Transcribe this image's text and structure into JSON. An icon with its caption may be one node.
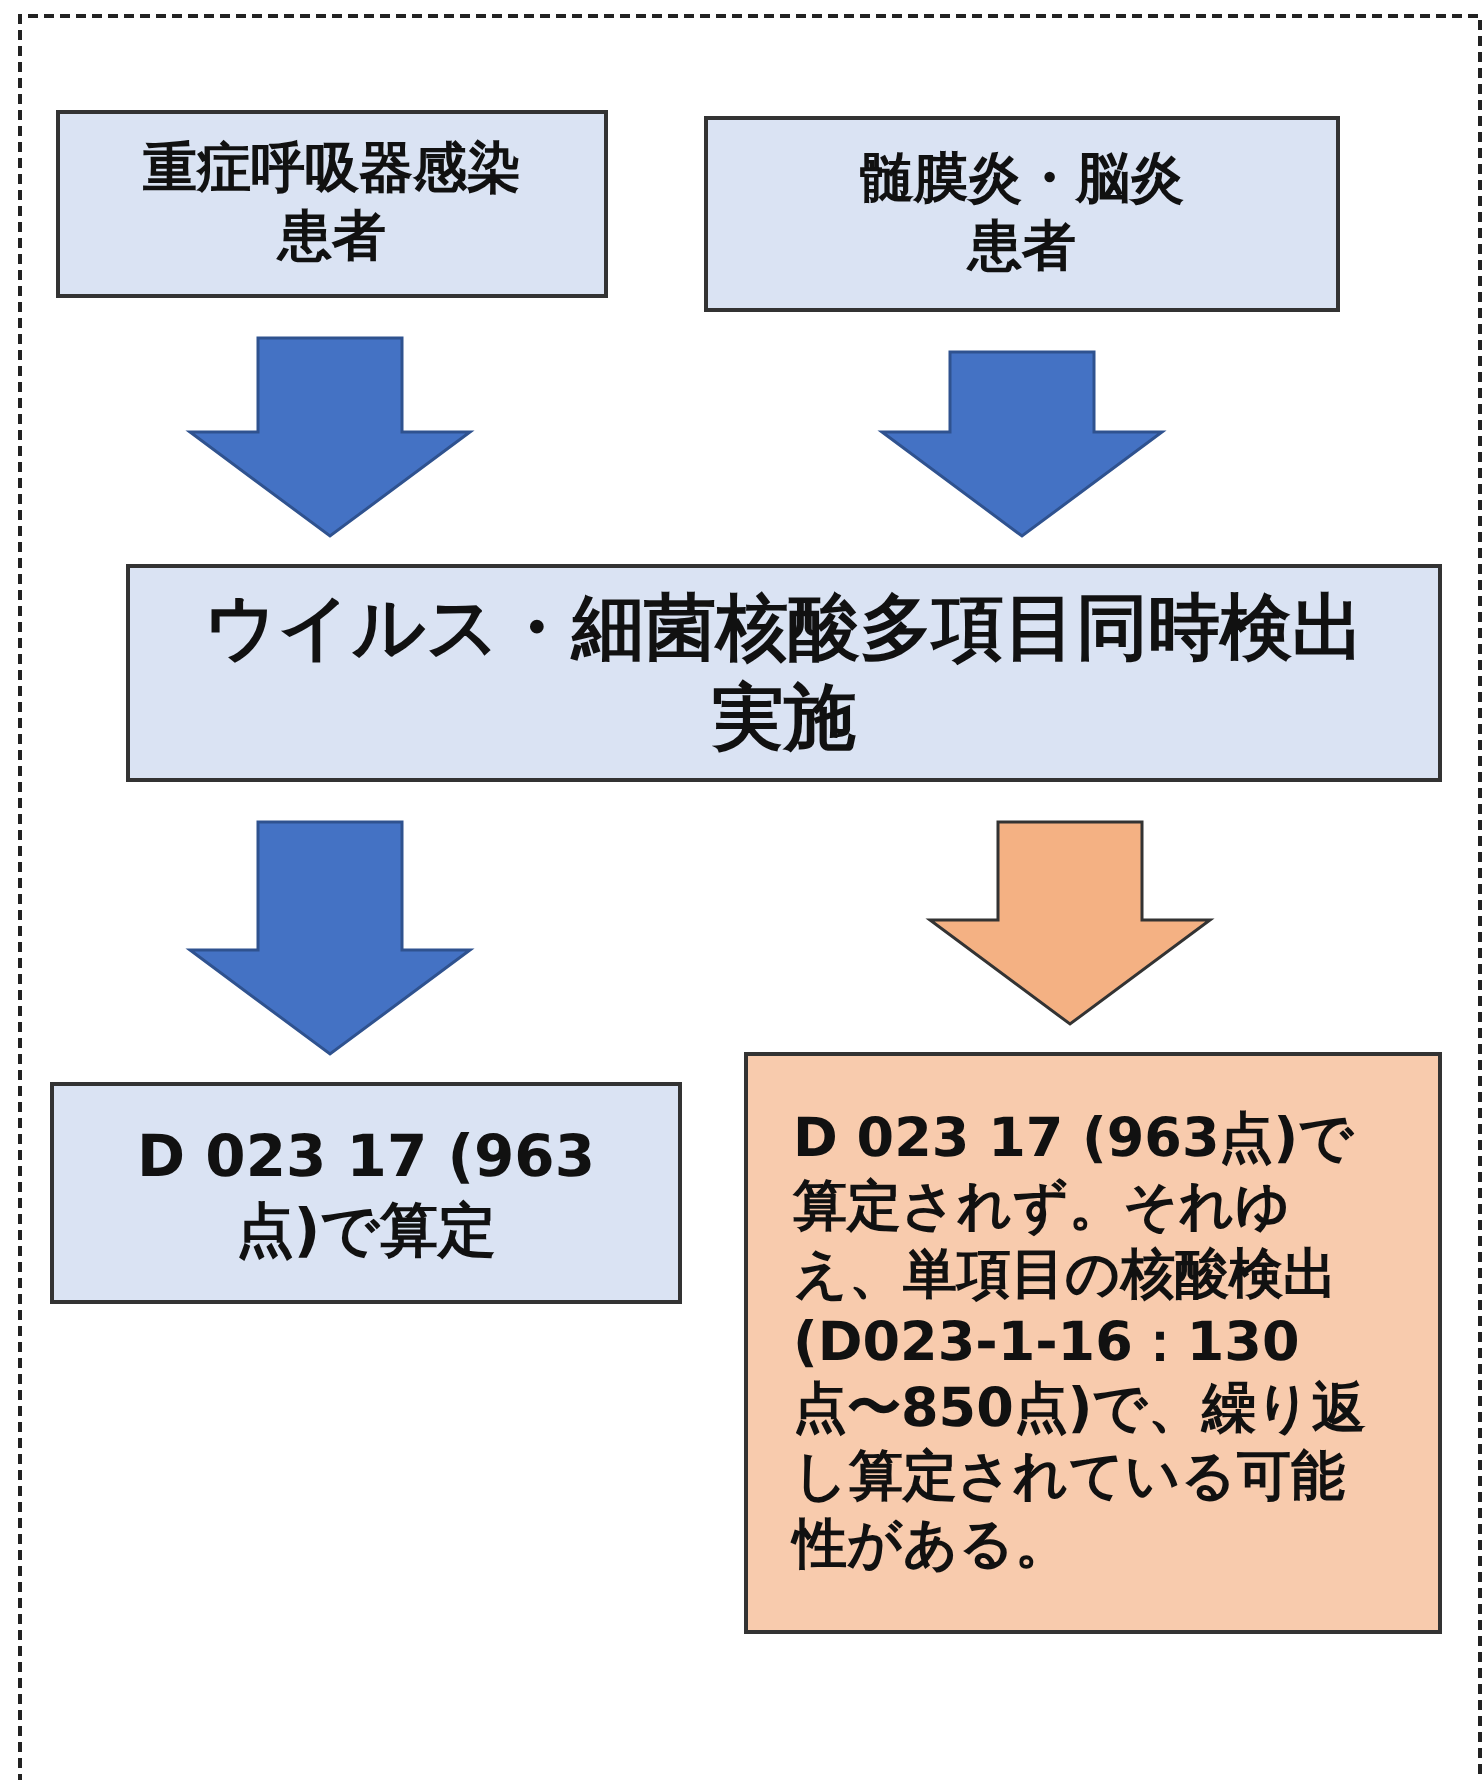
{
  "diagram": {
    "nodes": [
      {
        "text": [
          "重症呼吸器感染患者"
        ]
      },
      {
        "text": [
          "髄膜炎・脳炎患者"
        ]
      },
      {
        "text": [
          "ウイルス・細菌核酸多項目同時検出実施"
        ]
      },
      {
        "text": [
          "D 023 17 (963点)で算定"
        ]
      },
      {
        "text": [
          "D 023 17 (963点)で算定されず。それゆえ、単項目の核酸検出(D023-1-16：130点〜850点)で、繰り返し算定されている可能性がある。"
        ]
      }
    ],
    "edges": [
      {
        "from": 0,
        "to": 2,
        "arrow": "to"
      },
      {
        "from": 1,
        "to": 2,
        "arrow": "to"
      },
      {
        "from": 2,
        "to": 3,
        "arrow": "to"
      },
      {
        "from": 2,
        "to": 4,
        "arrow": "to",
        "color": "#f4b183"
      }
    ]
  }
}
